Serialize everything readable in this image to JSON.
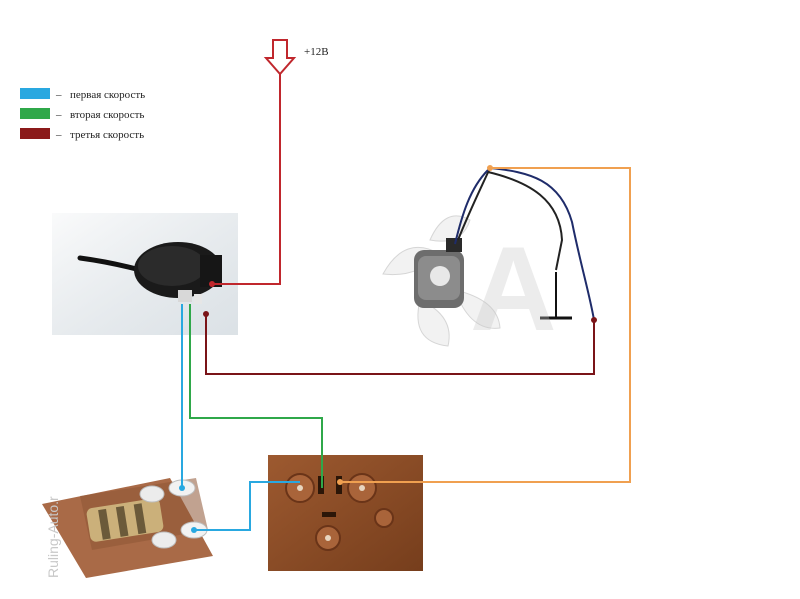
{
  "supply": {
    "label": "+12В"
  },
  "legend": {
    "items": [
      {
        "color": "#29a8e0",
        "dash": "–",
        "text": "первая скорость"
      },
      {
        "color": "#2fa84a",
        "dash": "–",
        "text": "вторая скорость"
      },
      {
        "color": "#8b1a1a",
        "dash": "–",
        "text": "третья скорость"
      }
    ]
  },
  "wire_colors": {
    "supply": "#c0272d",
    "first": "#29a8e0",
    "second": "#2fa84a",
    "third": "#7a1418",
    "motor": "#f0a050"
  },
  "watermark": {
    "resistor_side": "Ruling-Auto.r"
  },
  "icons": {
    "arrow": "down-arrow-icon",
    "switch": "rotary-switch-icon",
    "motor": "fan-motor-icon",
    "resistor": "resistor-block-icon",
    "relay": "connector-block-icon",
    "ground": "ground-icon"
  }
}
